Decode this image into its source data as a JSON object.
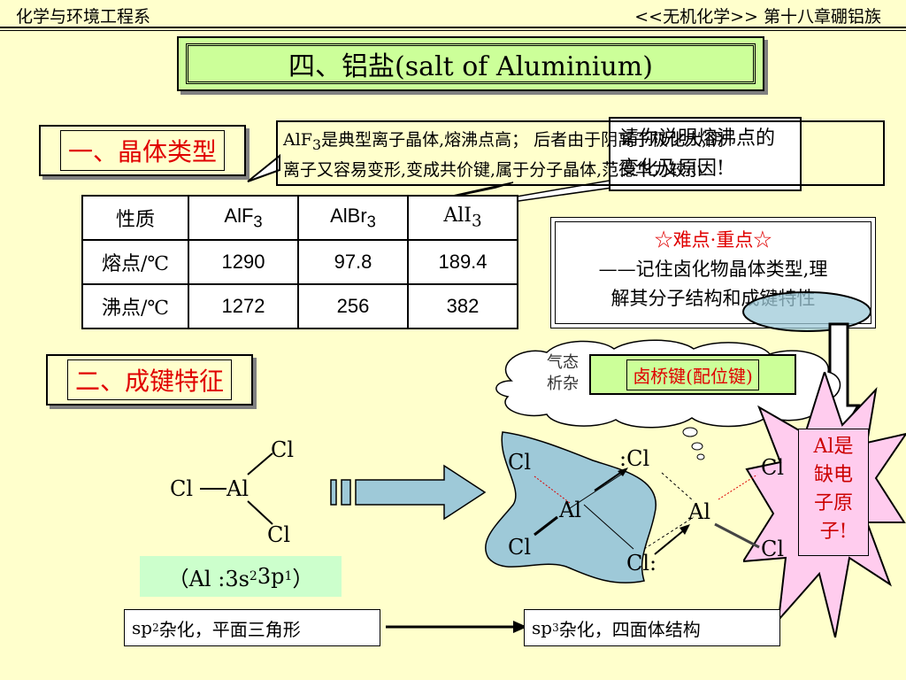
{
  "header": {
    "left": "化学与环境工程系",
    "right": "<<无机化学>> 第十八章硼铝族"
  },
  "title": "四、铝盐(salt of Aluminium)",
  "section1": "一、晶体类型",
  "section2": "二、成键特征",
  "callout_top": {
    "line1_pre": "AlF",
    "line1_sub": "3",
    "line1_post": "是典型离子晶体,熔沸点高；  后者由于阴离子极化大,阴",
    "line2": "离子又容易变形,变成共价键,属于分子晶体,范德华力较小."
  },
  "question_box": {
    "line1": "请你说明熔沸点的",
    "line2": "变化及原因!"
  },
  "table": {
    "header": [
      "性质",
      "AlF",
      "AlBr",
      "AlI"
    ],
    "header_sub": [
      "",
      "3",
      "3",
      "3"
    ],
    "rows": [
      [
        "熔点/℃",
        "1290",
        "97.8",
        "189.4"
      ],
      [
        "沸点/℃",
        "1272",
        "256",
        "382"
      ]
    ]
  },
  "keypoint": {
    "title": "☆难点·重点☆",
    "line1": "——记住卤化物晶体类型,理",
    "line2": "解其分子结构和成键特性"
  },
  "cloud": {
    "line1": "气态",
    "line2": "析杂",
    "label": "卤桥键(配位键)"
  },
  "star_text": [
    "Al是",
    "缺电",
    "子原",
    "子!"
  ],
  "monomer": {
    "cl_top": "Cl",
    "cl_left": "Cl",
    "al": "Al",
    "cl_bottom": "Cl"
  },
  "dimer": {
    "cl_tl": "Cl",
    "cl_bridge_top": ":Cl",
    "cl_tr": "Cl",
    "al_left": "Al",
    "al_right": "Al",
    "cl_bl": "Cl",
    "cl_bridge_bottom": "Cl:",
    "cl_br": "Cl"
  },
  "config": {
    "prefix": "（Al :3s",
    "sup1": "2",
    "mid": "3p",
    "sup2": "1",
    "suffix": "）"
  },
  "hyb_left": {
    "pre": "sp",
    "sup": "2",
    "post": "杂化，平面三角形"
  },
  "hyb_right": {
    "pre": "sp",
    "sup": "3",
    "post": "杂化，四面体结构"
  },
  "colors": {
    "background": "#ffffcc",
    "title_green": "#ccff99",
    "accent_red": "#e00000",
    "star_pink": "#ffccee",
    "molecule_blue": "#9ec9d8"
  }
}
